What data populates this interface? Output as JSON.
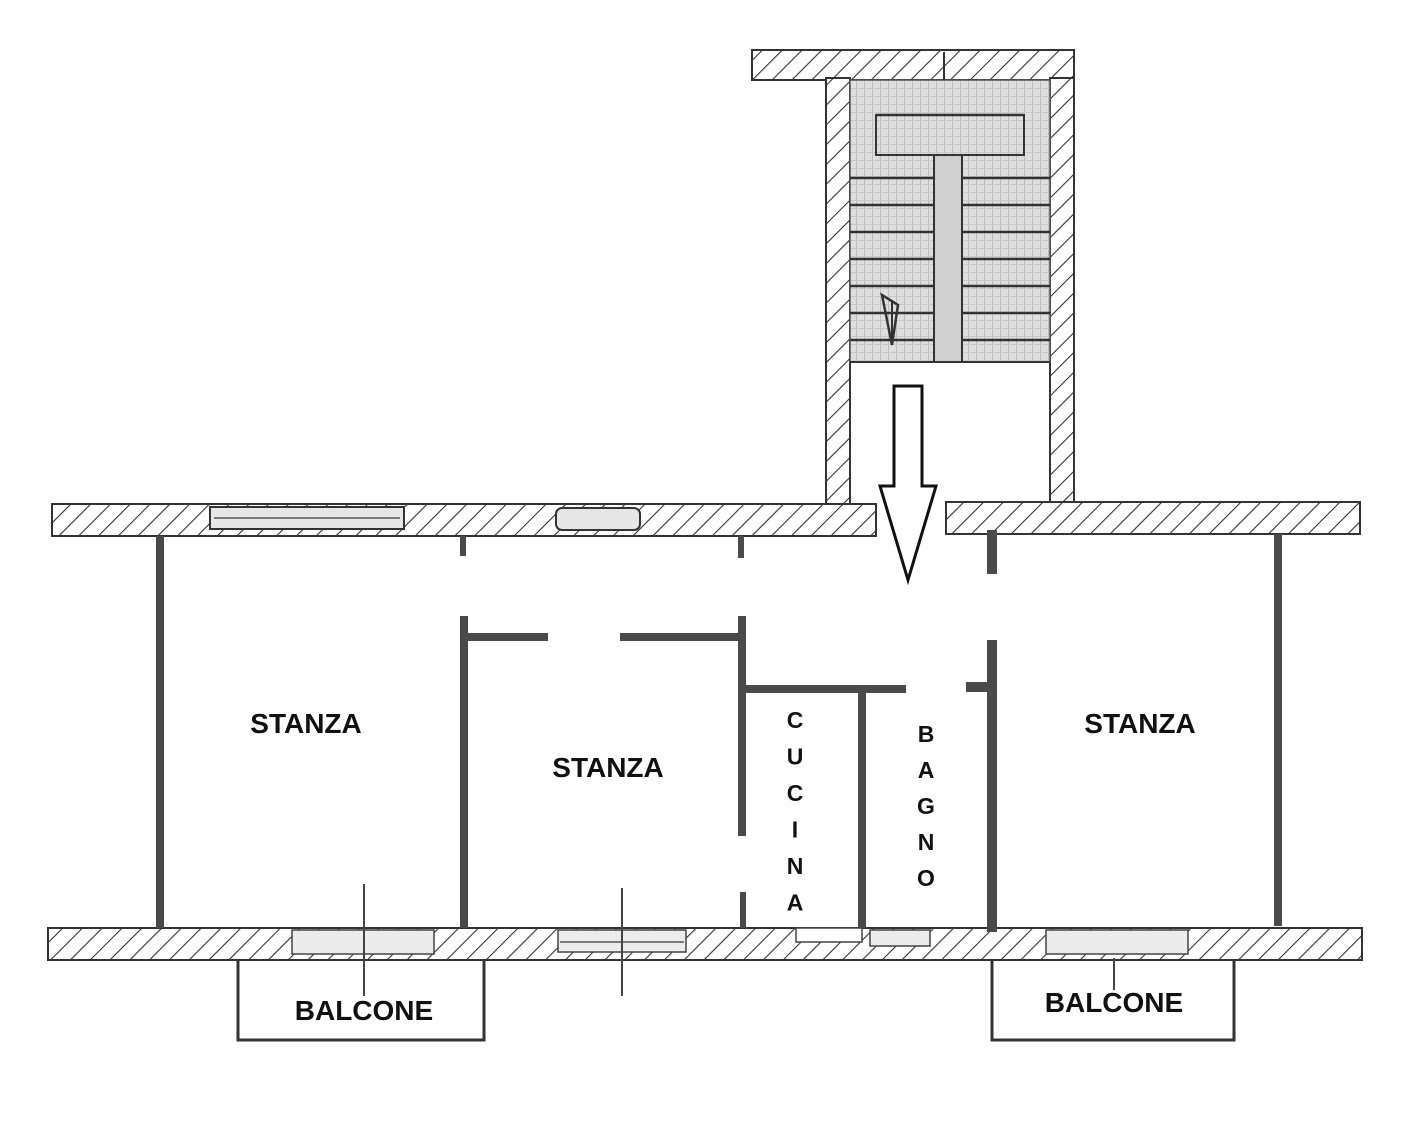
{
  "rooms": {
    "stanza_left": "STANZA",
    "stanza_center": "STANZA",
    "stanza_right": "STANZA",
    "cucina": "CUCINA",
    "bagno": "BAGNO",
    "balcone_left": "BALCONE",
    "balcone_right": "BALCONE"
  },
  "colors": {
    "wall_line": "#333333",
    "stair_fill": "#d9d9d9",
    "room_text": "#111111"
  },
  "icons": {
    "entrance": "down-arrow-icon"
  }
}
